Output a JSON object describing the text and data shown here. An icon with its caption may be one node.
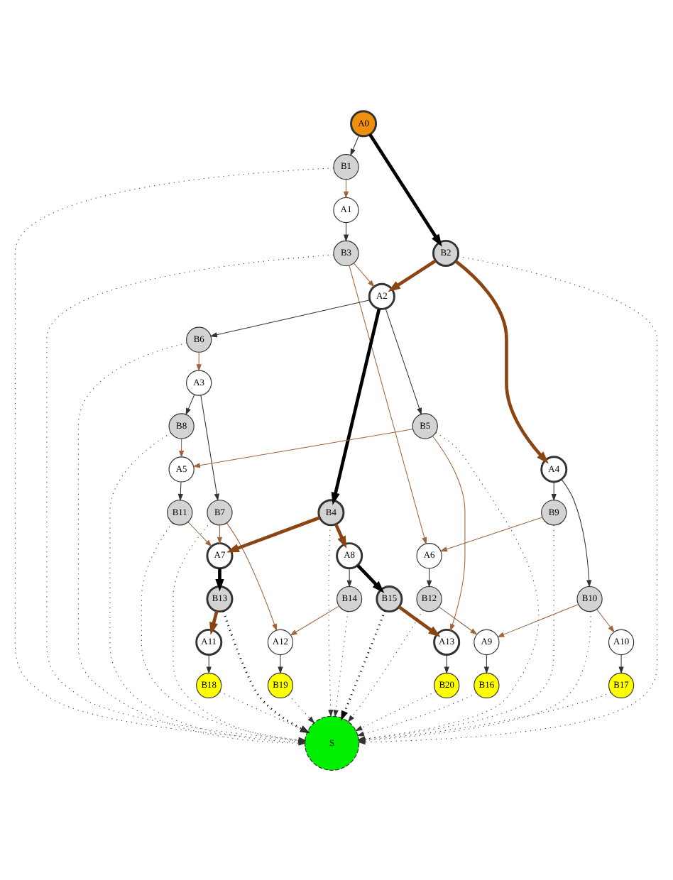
{
  "diagram": {
    "nodes": [
      {
        "text": [
          "A0"
        ]
      },
      {
        "text": [
          "B1"
        ]
      },
      {
        "text": [
          "A1"
        ]
      },
      {
        "text": [
          "B3"
        ]
      },
      {
        "text": [
          "B2"
        ]
      },
      {
        "text": [
          "A2"
        ]
      },
      {
        "text": [
          "B6"
        ]
      },
      {
        "text": [
          "A3"
        ]
      },
      {
        "text": [
          "B8"
        ]
      },
      {
        "text": [
          "B5"
        ]
      },
      {
        "text": [
          "A5"
        ]
      },
      {
        "text": [
          "A4"
        ]
      },
      {
        "text": [
          "B7"
        ]
      },
      {
        "text": [
          "B4"
        ]
      },
      {
        "text": [
          "B11"
        ]
      },
      {
        "text": [
          "B9"
        ]
      },
      {
        "text": [
          "A8"
        ]
      },
      {
        "text": [
          "A7"
        ]
      },
      {
        "text": [
          "A6"
        ]
      },
      {
        "text": [
          "B14"
        ]
      },
      {
        "text": [
          "B15"
        ]
      },
      {
        "text": [
          "B13"
        ]
      },
      {
        "text": [
          "B12"
        ]
      },
      {
        "text": [
          "B10"
        ]
      },
      {
        "text": [
          "A12"
        ]
      },
      {
        "text": [
          "A11"
        ]
      },
      {
        "text": [
          "A13"
        ]
      },
      {
        "text": [
          "A9"
        ]
      },
      {
        "text": [
          "A10"
        ]
      },
      {
        "text": [
          "B19"
        ]
      },
      {
        "text": [
          "B18"
        ]
      },
      {
        "text": [
          "B20"
        ]
      },
      {
        "text": [
          "B16"
        ]
      },
      {
        "text": [
          "B17"
        ]
      },
      {
        "text": [
          "S"
        ]
      }
    ],
    "edges": [
      {
        "from": 0,
        "to": 1,
        "arrow": "to"
      },
      {
        "from": 0,
        "to": 4,
        "arrow": "to",
        "style": "thick",
        "color": "#000000"
      },
      {
        "from": 1,
        "to": 2,
        "arrow": "to",
        "color": "#a0643c"
      },
      {
        "from": 2,
        "to": 3,
        "arrow": "to"
      },
      {
        "from": 3,
        "to": 5,
        "arrow": "to",
        "color": "#a0643c"
      },
      {
        "from": 3,
        "to": 18,
        "arrow": "to",
        "color": "#a0643c"
      },
      {
        "from": 4,
        "to": 5,
        "arrow": "to",
        "style": "thick",
        "color": "#8b4513"
      },
      {
        "from": 4,
        "to": 11,
        "arrow": "to",
        "style": "thick",
        "color": "#8b4513"
      },
      {
        "from": 5,
        "to": 6,
        "arrow": "to"
      },
      {
        "from": 5,
        "to": 13,
        "arrow": "to",
        "style": "thick",
        "color": "#000000"
      },
      {
        "from": 5,
        "to": 9,
        "arrow": "to"
      },
      {
        "from": 6,
        "to": 7,
        "arrow": "to",
        "color": "#a0643c"
      },
      {
        "from": 7,
        "to": 8,
        "arrow": "to"
      },
      {
        "from": 7,
        "to": 12,
        "arrow": "to"
      },
      {
        "from": 8,
        "to": 10,
        "arrow": "to",
        "color": "#a0643c"
      },
      {
        "from": 9,
        "to": 10,
        "arrow": "to",
        "color": "#a0643c"
      },
      {
        "from": 9,
        "to": 26,
        "arrow": "to",
        "color": "#a0643c"
      },
      {
        "from": 10,
        "to": 14,
        "arrow": "to"
      },
      {
        "from": 11,
        "to": 15,
        "arrow": "to"
      },
      {
        "from": 11,
        "to": 23,
        "arrow": "to"
      },
      {
        "from": 12,
        "to": 17,
        "arrow": "to",
        "color": "#a0643c"
      },
      {
        "from": 12,
        "to": 24,
        "arrow": "to",
        "color": "#a0643c"
      },
      {
        "from": 13,
        "to": 16,
        "arrow": "to",
        "style": "thick",
        "color": "#8b4513"
      },
      {
        "from": 13,
        "to": 17,
        "arrow": "to",
        "style": "thick",
        "color": "#8b4513"
      },
      {
        "from": 14,
        "to": 17,
        "arrow": "to",
        "color": "#a0643c"
      },
      {
        "from": 15,
        "to": 18,
        "arrow": "to",
        "color": "#a0643c"
      },
      {
        "from": 16,
        "to": 19,
        "arrow": "to"
      },
      {
        "from": 16,
        "to": 20,
        "arrow": "to",
        "style": "thick",
        "color": "#000000"
      },
      {
        "from": 17,
        "to": 21,
        "arrow": "to",
        "style": "thick",
        "color": "#000000"
      },
      {
        "from": 19,
        "to": 24,
        "arrow": "to",
        "color": "#a0643c"
      },
      {
        "from": 20,
        "to": 26,
        "arrow": "to",
        "style": "thick",
        "color": "#8b4513"
      },
      {
        "from": 21,
        "to": 25,
        "arrow": "to",
        "style": "thick",
        "color": "#8b4513"
      },
      {
        "from": 18,
        "to": 22,
        "arrow": "to"
      },
      {
        "from": 22,
        "to": 27,
        "arrow": "to",
        "color": "#a0643c"
      },
      {
        "from": 23,
        "to": 27,
        "arrow": "to",
        "color": "#a0643c"
      },
      {
        "from": 23,
        "to": 28,
        "arrow": "to",
        "color": "#a0643c"
      },
      {
        "from": 24,
        "to": 29,
        "arrow": "to"
      },
      {
        "from": 25,
        "to": 30,
        "arrow": "to"
      },
      {
        "from": 26,
        "to": 31,
        "arrow": "to"
      },
      {
        "from": 27,
        "to": 32,
        "arrow": "to"
      },
      {
        "from": 28,
        "to": 33,
        "arrow": "to"
      },
      {
        "from": 1,
        "to": 34,
        "arrow": "to",
        "style": "dashed"
      },
      {
        "from": 3,
        "to": 34,
        "arrow": "to",
        "style": "dashed"
      },
      {
        "from": 4,
        "to": 34,
        "arrow": "to",
        "style": "dashed"
      },
      {
        "from": 6,
        "to": 34,
        "arrow": "to",
        "style": "dashed"
      },
      {
        "from": 8,
        "to": 34,
        "arrow": "to",
        "style": "dashed"
      },
      {
        "from": 9,
        "to": 34,
        "arrow": "to",
        "style": "dashed"
      },
      {
        "from": 12,
        "to": 34,
        "arrow": "to",
        "style": "dashed"
      },
      {
        "from": 13,
        "to": 34,
        "arrow": "to",
        "style": "dashed"
      },
      {
        "from": 14,
        "to": 34,
        "arrow": "to",
        "style": "dashed"
      },
      {
        "from": 15,
        "to": 34,
        "arrow": "to",
        "style": "dashed"
      },
      {
        "from": 19,
        "to": 34,
        "arrow": "to",
        "style": "dashed"
      },
      {
        "from": 20,
        "to": 34,
        "arrow": "to",
        "style": "dashed",
        "color": "#000000"
      },
      {
        "from": 21,
        "to": 34,
        "arrow": "to",
        "style": "dashed",
        "color": "#000000"
      },
      {
        "from": 22,
        "to": 34,
        "arrow": "to",
        "style": "dashed"
      },
      {
        "from": 23,
        "to": 34,
        "arrow": "to",
        "style": "dashed"
      },
      {
        "from": 29,
        "to": 34,
        "arrow": "to",
        "style": "dashed"
      },
      {
        "from": 30,
        "to": 34,
        "arrow": "to",
        "style": "dashed"
      },
      {
        "from": 31,
        "to": 34,
        "arrow": "to",
        "style": "dashed"
      },
      {
        "from": 32,
        "to": 34,
        "arrow": "to",
        "style": "dashed"
      },
      {
        "from": 33,
        "to": 34,
        "arrow": "to",
        "style": "dashed"
      }
    ]
  }
}
